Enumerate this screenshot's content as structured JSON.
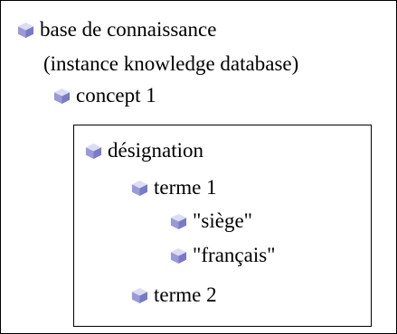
{
  "tree": {
    "root": {
      "icon": "cube-bullet-icon",
      "label": "base de connaissance",
      "subtitle": "(instance knowledge database)"
    },
    "concept": {
      "icon": "cube-bullet-icon",
      "label": "concept 1"
    },
    "box": {
      "designation": {
        "icon": "cube-bullet-icon",
        "label": "désignation"
      },
      "term1": {
        "icon": "cube-bullet-icon",
        "label": "terme 1"
      },
      "value1": {
        "icon": "cube-bullet-icon",
        "label": "\"siège\""
      },
      "value2": {
        "icon": "cube-bullet-icon",
        "label": "\"français\""
      },
      "term2": {
        "icon": "cube-bullet-icon",
        "label": "terme 2"
      }
    }
  },
  "colors": {
    "bullet_top": "#dcdcf4",
    "bullet_left": "#9a9ad8",
    "bullet_right": "#7a7ac4",
    "border": "#000000",
    "text": "#000000"
  }
}
